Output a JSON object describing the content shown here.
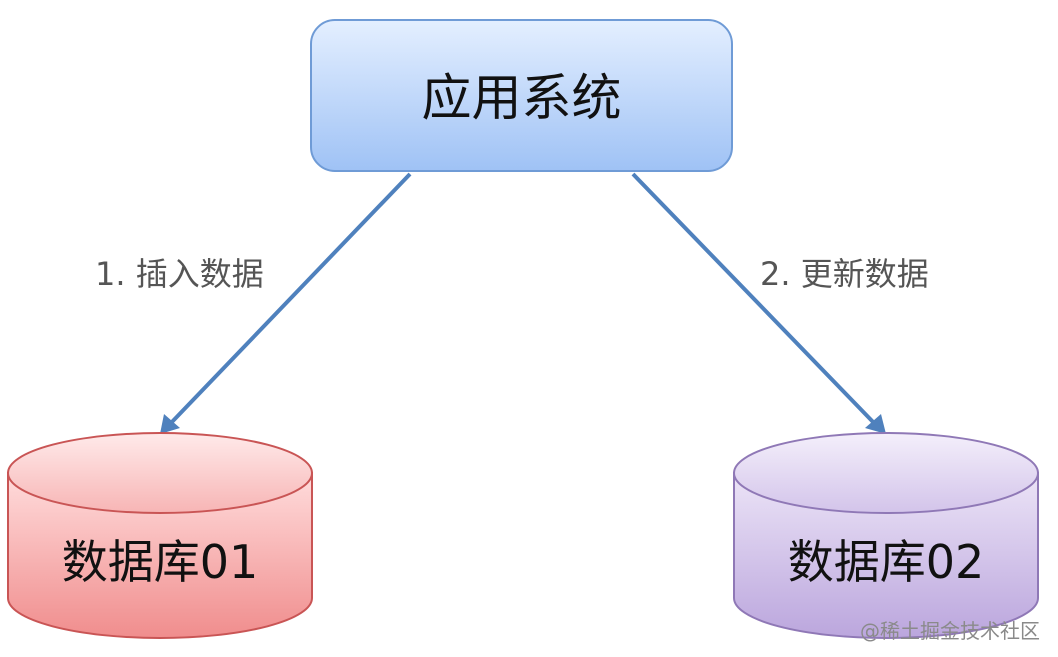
{
  "nodes": {
    "app_system": {
      "label": "应用系统"
    },
    "db01": {
      "label": "数据库01"
    },
    "db02": {
      "label": "数据库02"
    }
  },
  "edges": {
    "insert": {
      "label": "1. 插入数据"
    },
    "update": {
      "label": "2. 更新数据"
    }
  },
  "watermark": "@稀土掘金技术社区",
  "colors": {
    "app_fill_top": "#e4efff",
    "app_fill_bottom": "#9fc2f5",
    "app_stroke": "#6f9bd6",
    "db01_fill_top": "#ffdcdc",
    "db01_fill_bottom": "#f08d8d",
    "db01_stroke": "#c95555",
    "db02_fill_top": "#ece4f7",
    "db02_fill_bottom": "#bba6dd",
    "db02_stroke": "#8f78b6",
    "arrow": "#4f81bd"
  }
}
